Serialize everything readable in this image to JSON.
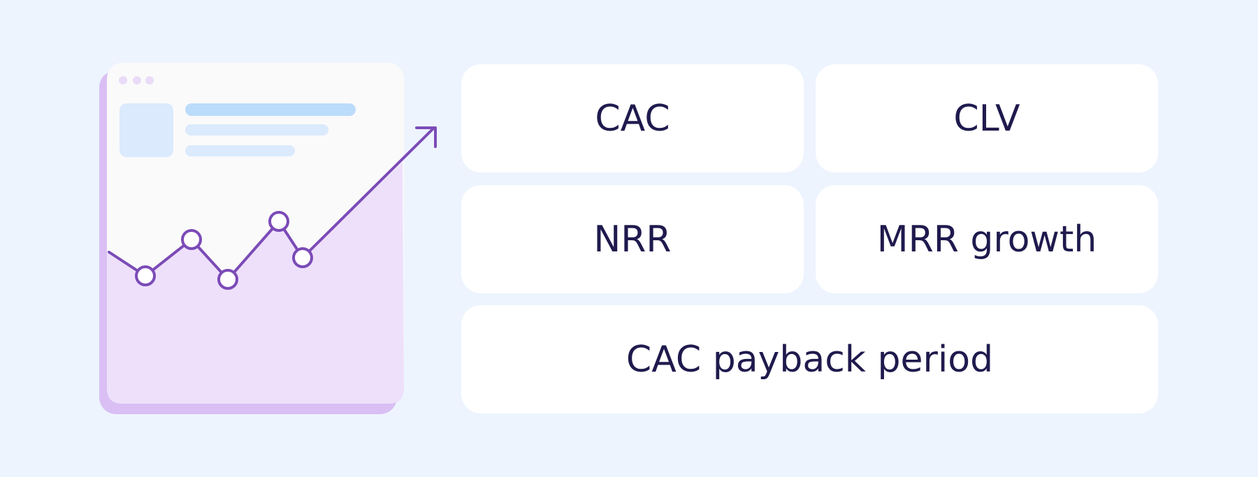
{
  "colors": {
    "background": "#edf4fe",
    "card": "#ffffff",
    "text": "#1f1a4d",
    "accent_purple": "#7b4bb7",
    "window_shadow": "#d9bff4",
    "window_fill": "#fafafa",
    "area_fill": "#eee0fb",
    "placeholder_blue": "#bcdcfb",
    "placeholder_light": "#dbeafd"
  },
  "illustration": {
    "icons": [
      "browser-window-icon",
      "trend-arrow-icon"
    ]
  },
  "metrics": {
    "cac": "CAC",
    "clv": "CLV",
    "nrr": "NRR",
    "mrr_growth": "MRR growth",
    "cac_payback": "CAC payback period"
  }
}
